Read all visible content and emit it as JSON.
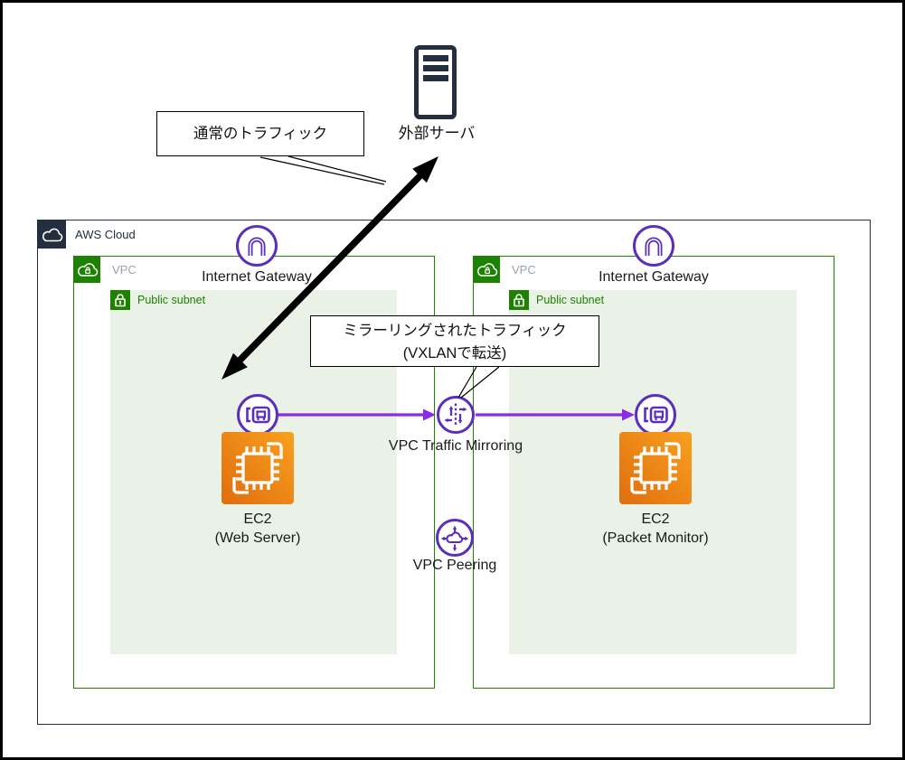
{
  "diagram": {
    "external_server": {
      "label": "外部サーバ"
    },
    "callouts": {
      "normal_traffic": {
        "text": "通常のトラフィック"
      },
      "mirrored_traffic": {
        "line1": "ミラーリングされたトラフィック",
        "line2": "(VXLANで転送)"
      }
    },
    "aws_cloud": {
      "label": "AWS Cloud"
    },
    "vpcs": [
      {
        "label": "VPC",
        "internet_gateway": "Internet Gateway",
        "subnet_label": "Public subnet",
        "ec2_title": "EC2",
        "ec2_subtitle": "(Web Server)"
      },
      {
        "label": "VPC",
        "internet_gateway": "Internet Gateway",
        "subnet_label": "Public subnet",
        "ec2_title": "EC2",
        "ec2_subtitle": "(Packet Monitor)"
      }
    ],
    "connectors": {
      "traffic_mirroring": "VPC Traffic Mirroring",
      "vpc_peering": "VPC Peering"
    },
    "icons": {
      "external_server": "server-icon",
      "aws_cloud": "cloud-icon",
      "vpc": "cloud-lock-icon",
      "public_subnet": "open-lock-icon",
      "internet_gateway": "gateway-arch-icon",
      "network_interface": "network-interface-icon",
      "traffic_mirroring": "traffic-mirroring-icon",
      "vpc_peering": "peering-cloud-arrows-icon",
      "ec2": "chip-icon"
    },
    "colors": {
      "navy": "#232F3E",
      "green": "#1D8102",
      "subnet_bg": "#EAF2E8",
      "icon_purple": "#5A2FBE",
      "arrow_purple": "#8B2BE2",
      "ec2_orange_light": "#F9A01F",
      "ec2_orange_dark": "#DF6E0E",
      "arrow_black": "#000000"
    }
  }
}
